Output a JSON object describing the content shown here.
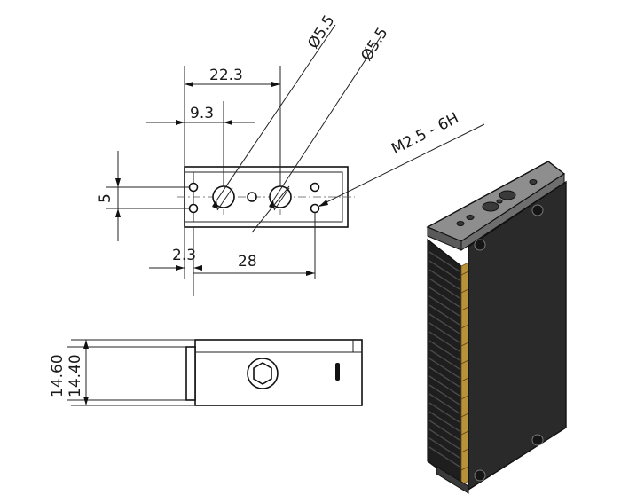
{
  "top_view": {
    "dim_width_center": "22.3",
    "dim_offset": "9.3",
    "dim_hole_dia_1": "Ø5.5",
    "dim_hole_dia_2": "Ø5.5",
    "dim_thread": "M2.5 - 6H",
    "dim_height": "5",
    "dim_edge": "2.3",
    "dim_thread_spacing": "28"
  },
  "front_view": {
    "dim_outer_height": "14.60",
    "dim_inner_height": "14.40"
  },
  "colors": {
    "line": "#111111",
    "body_dark": "#232323",
    "body_mid": "#3a3a3a",
    "top_plate": "#8a8a8a",
    "contact_gold": "#b8923a"
  }
}
